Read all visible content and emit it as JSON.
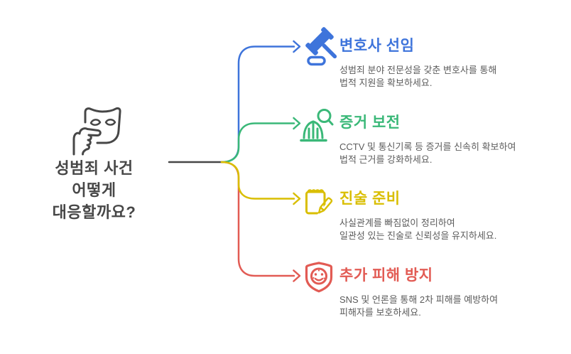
{
  "main": {
    "title": "성범죄 사건\n어떻게\n대응할까요?",
    "icon": "mask-in-hand-icon"
  },
  "colors": {
    "blue": "#3E74DB",
    "green": "#3AB878",
    "yellow": "#D9BE00",
    "red": "#E25B54",
    "ink": "#474747",
    "muted": "#5C5C5C"
  },
  "branches": [
    {
      "title": "변호사 선임",
      "description": "성범죄 분야 전문성을 갖춘 변호사를 통해\n법적 지원을 확보하세요.",
      "color": "#3E74DB",
      "icon": "gavel-icon"
    },
    {
      "title": "증거 보전",
      "description": "CCTV 및 통신기록 등 증거를 신속히 확보하여\n법적 근거를 강화하세요.",
      "color": "#3AB878",
      "icon": "evidence-search-icon"
    },
    {
      "title": "진술 준비",
      "description": "사실관계를 빠짐없이 정리하여\n일관성 있는 진술로 신뢰성을 유지하세요.",
      "color": "#D9BE00",
      "icon": "notepad-pencil-icon"
    },
    {
      "title": "추가 피해 방지",
      "description": "SNS 및 언론을 통해 2차 피해를 예방하여\n피해자를 보호하세요.",
      "color": "#E25B54",
      "icon": "shield-face-icon"
    }
  ]
}
